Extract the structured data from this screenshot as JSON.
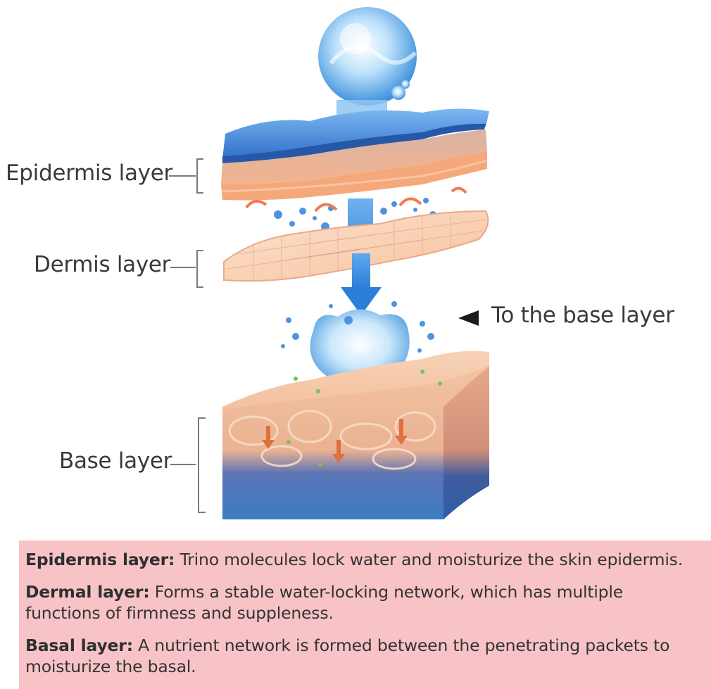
{
  "labels": {
    "epidermis": "Epidermis layer",
    "dermis": "Dermis layer",
    "base": "Base layer",
    "to_base": "To the base layer"
  },
  "descriptions": [
    {
      "term": "Epidermis layer:",
      "text": " Trino molecules lock water and moisturize the skin epidermis."
    },
    {
      "term": "Dermal layer:",
      "text": " Forms a stable water-locking network, which has multiple functions of firmness and suppleness."
    },
    {
      "term": "Basal layer:",
      "text": " A nutrient network is formed between the penetrating packets to moisturize the basal."
    }
  ],
  "colors": {
    "panel_bg": "#f7c3c7",
    "water_blue": "#3f8fdc",
    "skin_peach": "#f5c7a3",
    "deep_blue": "#3a6db5"
  }
}
